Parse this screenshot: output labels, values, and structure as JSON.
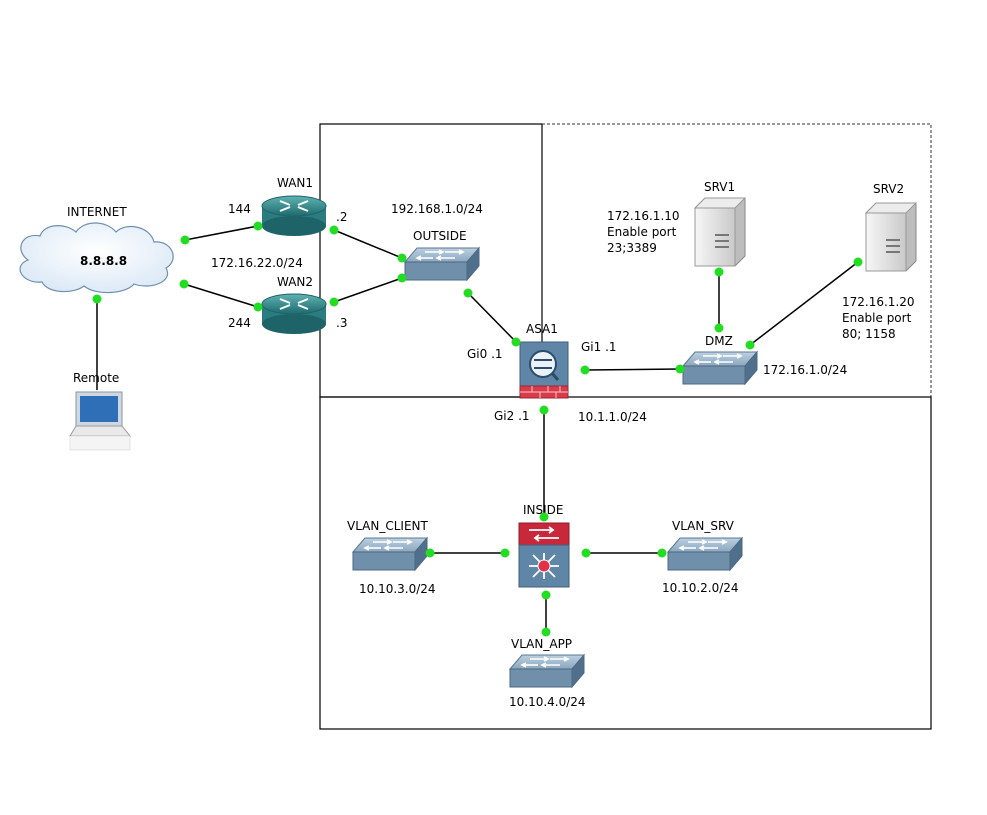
{
  "colors": {
    "background": "#ffffff",
    "link": "#000000",
    "port": "#22dd22",
    "router": "#2f8a8a",
    "switch": "#5f86a7",
    "firewall": "#d83c4a",
    "cloud": "#eaf2fb",
    "zone_border": "#000000"
  },
  "devices": {
    "internet": {
      "name": "INTERNET",
      "ip": "8.8.8.8",
      "icon": "cloud-icon"
    },
    "remote": {
      "name": "Remote",
      "icon": "laptop-icon"
    },
    "wan1": {
      "name": "WAN1",
      "icon": "router-icon"
    },
    "wan2": {
      "name": "WAN2",
      "icon": "router-icon"
    },
    "outside": {
      "name": "OUTSIDE",
      "icon": "switch-icon"
    },
    "asa1": {
      "name": "ASA1",
      "icon": "firewall-icon"
    },
    "dmz": {
      "name": "DMZ",
      "icon": "switch-icon"
    },
    "srv1": {
      "name": "SRV1",
      "icon": "server-icon"
    },
    "srv2": {
      "name": "SRV2",
      "icon": "server-icon"
    },
    "inside": {
      "name": "INSIDE",
      "icon": "multilayer-switch-icon"
    },
    "vlan_client": {
      "name": "VLAN_CLIENT",
      "icon": "switch-icon"
    },
    "vlan_srv": {
      "name": "VLAN_SRV",
      "icon": "switch-icon"
    },
    "vlan_app": {
      "name": "VLAN_APP",
      "icon": "switch-icon"
    }
  },
  "labels": {
    "wan1_port": "144",
    "wan2_port": "244",
    "wan1_outside": ".2",
    "wan2_outside": ".3",
    "wan_net": "172.16.22.0/24",
    "outside_net": "192.168.1.0/24",
    "asa_gi0": "Gi0  .1",
    "asa_gi1": "Gi1  .1",
    "asa_gi2": "Gi2  .1",
    "inside_link_net": "10.1.1.0/24",
    "dmz_net": "172.16.1.0/24",
    "srv1_ip": "172.16.1.10",
    "srv1_port_line1": "Enable port",
    "srv1_port_line2": "23;3389",
    "srv2_ip": "172.16.1.20",
    "srv2_port_line1": "Enable port",
    "srv2_port_line2": "80; 1158",
    "vlan_client_net": "10.10.3.0/24",
    "vlan_srv_net": "10.10.2.0/24",
    "vlan_app_net": "10.10.4.0/24"
  }
}
